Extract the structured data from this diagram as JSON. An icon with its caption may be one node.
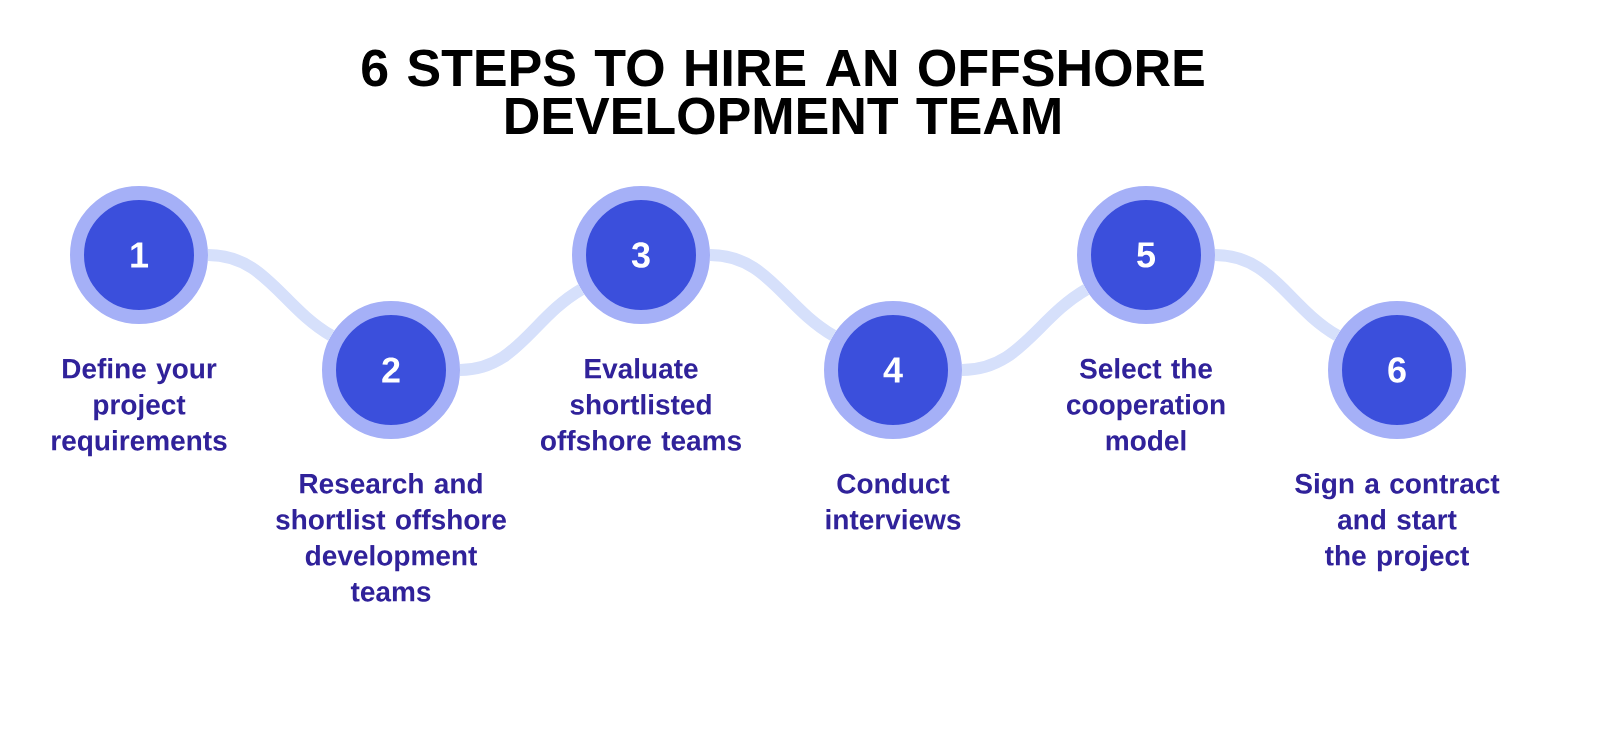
{
  "diagram": {
    "title": "6 STEPS TO HIRE AN OFFSHORE DEVELOPMENT TEAM",
    "nodes": [
      {
        "text": [
          "1"
        ],
        "beside": [
          "Define your project requirements"
        ]
      },
      {
        "text": [
          "2"
        ],
        "beside": [
          "Research and shortlist offshore development teams"
        ]
      },
      {
        "text": [
          "3"
        ],
        "beside": [
          "Evaluate shortlisted offshore teams"
        ]
      },
      {
        "text": [
          "4"
        ],
        "beside": [
          "Conduct interviews"
        ]
      },
      {
        "text": [
          "5"
        ],
        "beside": [
          "Select the cooperation model"
        ]
      },
      {
        "text": [
          "6"
        ],
        "beside": [
          "Sign a contract and start the project"
        ]
      }
    ],
    "edges": [
      {
        "from": 0,
        "to": 1,
        "arrow": "none"
      },
      {
        "from": 1,
        "to": 2,
        "arrow": "none"
      },
      {
        "from": 2,
        "to": 3,
        "arrow": "none"
      },
      {
        "from": 3,
        "to": 4,
        "arrow": "none"
      },
      {
        "from": 4,
        "to": 5,
        "arrow": "none"
      }
    ]
  }
}
